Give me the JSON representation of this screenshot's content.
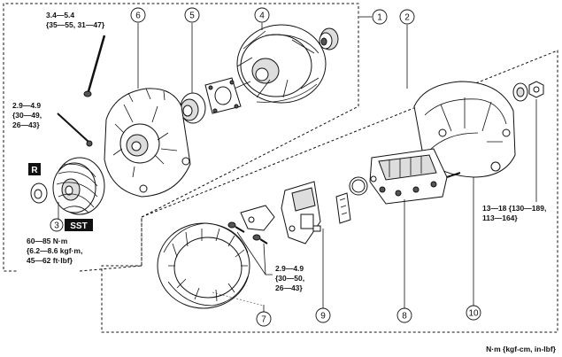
{
  "callouts": [
    {
      "id": "1",
      "label": "1"
    },
    {
      "id": "2",
      "label": "2"
    },
    {
      "id": "3",
      "label": "3"
    },
    {
      "id": "4",
      "label": "4"
    },
    {
      "id": "5",
      "label": "5"
    },
    {
      "id": "6",
      "label": "6"
    },
    {
      "id": "7",
      "label": "7"
    },
    {
      "id": "8",
      "label": "8"
    },
    {
      "id": "9",
      "label": "9"
    },
    {
      "id": "10",
      "label": "10"
    }
  ],
  "torque_specs": {
    "bolt_6": [
      "3.4—5.4",
      "{35—55, 31—47}"
    ],
    "screw_6": [
      "2.9—4.9",
      "{30—49,",
      "26—43}"
    ],
    "pulley_nut": [
      "60—85 N·m",
      "{6.2—8.6 kgf·m,",
      "45—62 ft·lbf}"
    ],
    "terminal_screw": [
      "2.9—4.9",
      "{30—50,",
      "26—43}"
    ],
    "nut_10": [
      "13—18 {130—189,",
      "113—164}"
    ]
  },
  "tags": {
    "r": "R",
    "sst": "SST"
  },
  "units_note": "N·m {kgf-cm, in-lbf}"
}
